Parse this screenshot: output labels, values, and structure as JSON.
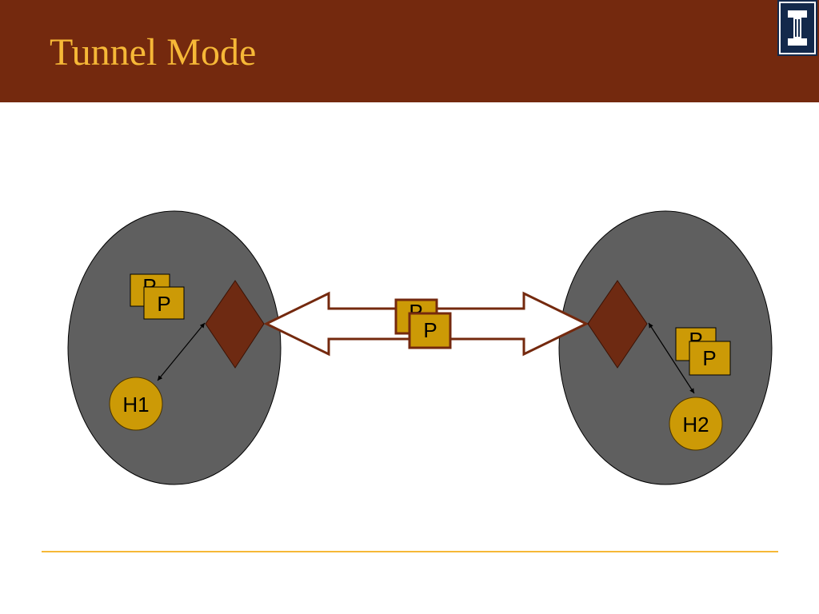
{
  "slide": {
    "title": "Tunnel Mode"
  },
  "diagram": {
    "host_left_label": "H1",
    "host_right_label": "H2",
    "packet_label": "P",
    "colors": {
      "header_background": "#74290e",
      "title_text": "#f6b837",
      "network_fill": "#5f5f5f",
      "gateway_fill": "#6e2a12",
      "packet_fill": "#cc9a06",
      "host_fill": "#cc9a06",
      "tunnel_outline": "#74290e",
      "footer_rule": "#f6b837",
      "logo_background": "#13294b"
    },
    "icons": {
      "logo": "university-block-i-logo",
      "gateway": "diamond-gateway",
      "tunnel": "double-headed-arrow"
    }
  }
}
